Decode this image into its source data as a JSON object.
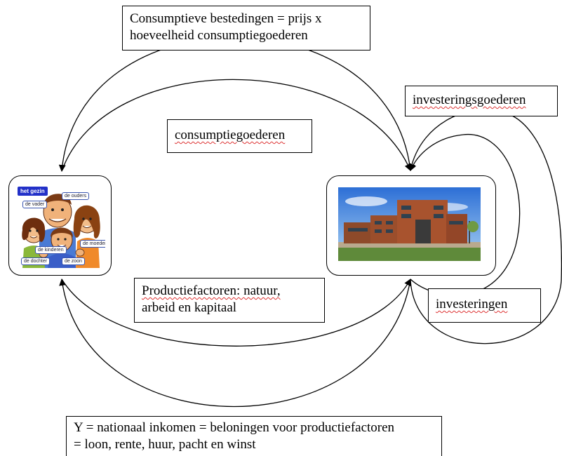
{
  "boxes": {
    "consumer_spending": {
      "line1": "Consumptieve bestedingen = prijs x",
      "line2": "hoeveelheid consumptiegoederen"
    },
    "consumer_goods": {
      "text": "consumptiegoederen"
    },
    "investment_goods": {
      "text": "investeringsgoederen"
    },
    "production_factors": {
      "line1": "Productiefactoren: natuur,",
      "line2": "arbeid en kapitaal"
    },
    "investments": {
      "text": "investeringen"
    },
    "national_income": {
      "line1": "Y = nationaal inkomen = beloningen voor productiefactoren",
      "line2": "= loon, rente, huur, pacht en winst"
    }
  },
  "household_image": {
    "title": "het gezin",
    "labels": {
      "parents": "de ouders",
      "father": "de vader",
      "mother": "de moeder",
      "children": "de kinderen",
      "daughter": "de dochter",
      "son": "de zoon"
    }
  }
}
